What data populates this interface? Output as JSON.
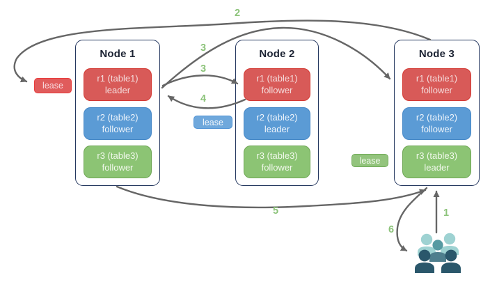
{
  "diagram": {
    "nodes": [
      {
        "title": "Node 1",
        "ranges": [
          {
            "line1": "r1 (table1)",
            "line2": "leader",
            "color": "red"
          },
          {
            "line1": "r2 (table2)",
            "line2": "follower",
            "color": "blue"
          },
          {
            "line1": "r3 (table3)",
            "line2": "follower",
            "color": "green"
          }
        ]
      },
      {
        "title": "Node 2",
        "ranges": [
          {
            "line1": "r1 (table1)",
            "line2": "follower",
            "color": "red"
          },
          {
            "line1": "r2 (table2)",
            "line2": "leader",
            "color": "blue"
          },
          {
            "line1": "r3 (table3)",
            "line2": "follower",
            "color": "green"
          }
        ]
      },
      {
        "title": "Node 3",
        "ranges": [
          {
            "line1": "r1 (table1)",
            "line2": "follower",
            "color": "red"
          },
          {
            "line1": "r2 (table2)",
            "line2": "follower",
            "color": "blue"
          },
          {
            "line1": "r3 (table3)",
            "line2": "leader",
            "color": "green"
          }
        ]
      }
    ],
    "leases": [
      {
        "label": "lease",
        "color": "red"
      },
      {
        "label": "lease",
        "color": "blue"
      },
      {
        "label": "lease",
        "color": "green"
      }
    ],
    "steps": {
      "s1": "1",
      "s2": "2",
      "s3a": "3",
      "s3b": "3",
      "s4": "4",
      "s5": "5",
      "s6": "6"
    },
    "icons": {
      "client": "people-group-icon"
    },
    "colors": {
      "range_red": "#d85a58",
      "range_blue": "#5b9bd5",
      "range_green": "#8cc474",
      "lease_red": "#e05c5c",
      "lease_blue": "#6fa8dc",
      "lease_green": "#93c47d",
      "node_border": "#24375f",
      "arrow": "#666666",
      "step_number": "#8cc37a",
      "people_light": "#9ed2d2",
      "people_mid": "#579aa2",
      "people_dark": "#2a576b"
    }
  }
}
